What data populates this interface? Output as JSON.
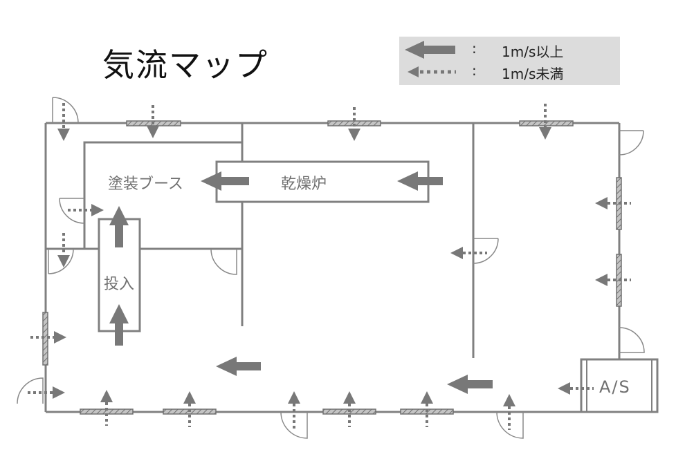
{
  "title": "気流マップ",
  "legend": [
    {
      "separator": ":",
      "label": "1m/s以上",
      "style": "solid"
    },
    {
      "separator": ":",
      "label": "1m/s未満",
      "style": "dotted"
    }
  ],
  "rooms": {
    "paint_booth": "塗装ブース",
    "drying_oven": "乾燥炉",
    "loading": "投入",
    "air_supply": "A/S"
  },
  "colors": {
    "arrow": "#787878",
    "wall": "#808080",
    "vent_fill": "#c4c4c4",
    "door": "#888888",
    "legend_bg": "#dcdcdc",
    "room_text": "#707070"
  }
}
